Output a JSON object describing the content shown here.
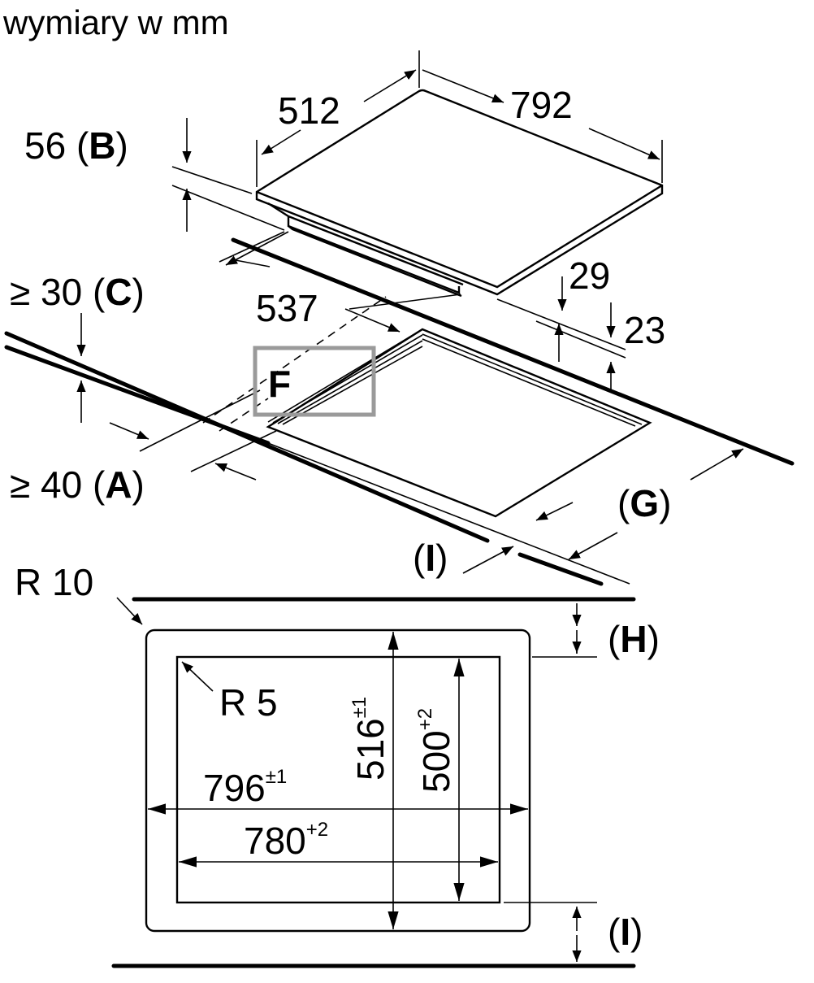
{
  "title": "wymiary w mm",
  "hob": {
    "depth": "512",
    "width": "792",
    "height_label": "56",
    "height_letter": "B",
    "dim_29": "29",
    "dim_23": "23",
    "dim_537": "537"
  },
  "worktop": {
    "min_c_prefix": "≥ 30",
    "min_c_letter": "C",
    "min_a_prefix": "≥ 40",
    "min_a_letter": "A",
    "detail_f": "F",
    "g_letter": "G",
    "i_letter": "I"
  },
  "cutout": {
    "r10": "R 10",
    "r5": "R 5",
    "h_letter": "H",
    "i_letter": "I",
    "depth_outer": "516",
    "depth_outer_tol": "±1",
    "depth_inner": "500",
    "depth_inner_tol": "+2",
    "width_outer": "796",
    "width_outer_tol": "±1",
    "width_inner": "780",
    "width_inner_tol": "+2"
  }
}
